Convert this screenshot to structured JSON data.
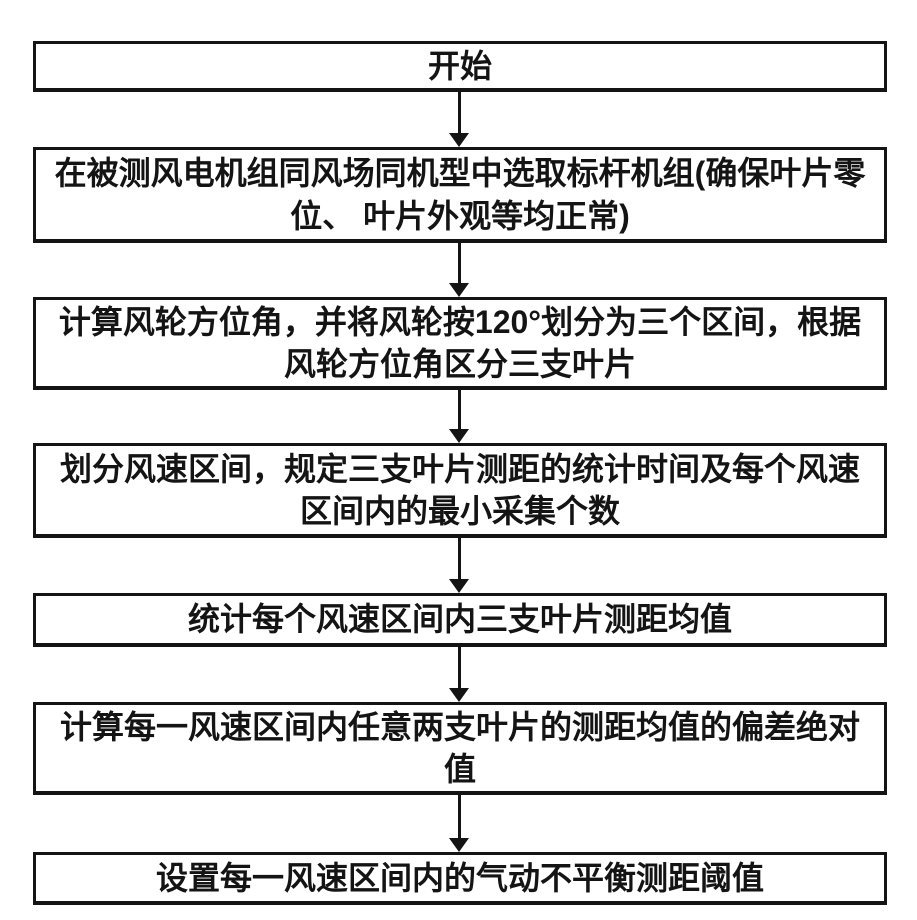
{
  "page": {
    "background_color": "#ffffff",
    "box_border_color": "#141414",
    "text_color": "#141414",
    "arrow_color": "#141414"
  },
  "flowchart": {
    "steps": [
      "开始",
      "在被测风电机组同风场同机型中选取标杆机组(确保叶片零位、 叶片外观等均正常)",
      "计算风轮方位角，并将风轮按120°划分为三个区间，根据风轮方位角区分三支叶片",
      "划分风速区间，规定三支叶片测距的统计时间及每个风速区间内的最小采集个数",
      "统计每个风速区间内三支叶片测距均值",
      "计算每一风速区间内任意两支叶片的测距均值的偏差绝对值",
      "设置每一风速区间内的气动不平衡测距阈值"
    ]
  }
}
